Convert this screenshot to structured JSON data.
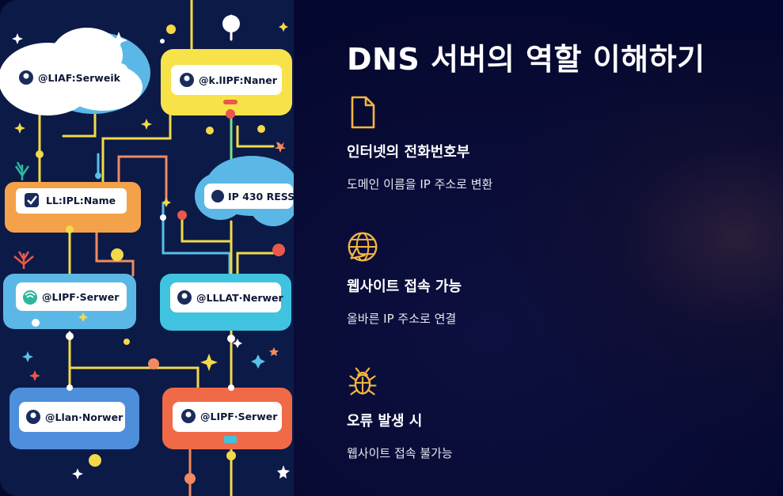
{
  "title": "DNS 서버의 역할 이해하기",
  "features": [
    {
      "icon": "document-icon",
      "title": "인터넷의 전화번호부",
      "desc": "도메인 이름을 IP 주소로 변환"
    },
    {
      "icon": "globe-cursor-icon",
      "title": "웹사이트 접속 가능",
      "desc": "올바른 IP 주소로 연결"
    },
    {
      "icon": "bug-icon",
      "title": "오류 발생 시",
      "desc": "웹사이트 접속 불가능"
    }
  ],
  "illustration": {
    "nodes": [
      {
        "label": "@LIAF:Serweik"
      },
      {
        "label": "@k.lIPF:Naner"
      },
      {
        "label": "LL:IPL:Name"
      },
      {
        "label": "IP 430 RESS"
      },
      {
        "label": "@LIPF·Serwer"
      },
      {
        "label": "@LLLAT·Nerwer"
      },
      {
        "label": "@Llan·Norwer"
      },
      {
        "label": "@LIPF·Serwer"
      }
    ]
  },
  "colors": {
    "accent_icon": "#f4b640",
    "illustration_bg": "#0c1a47",
    "slide_bg": "#05082e"
  }
}
